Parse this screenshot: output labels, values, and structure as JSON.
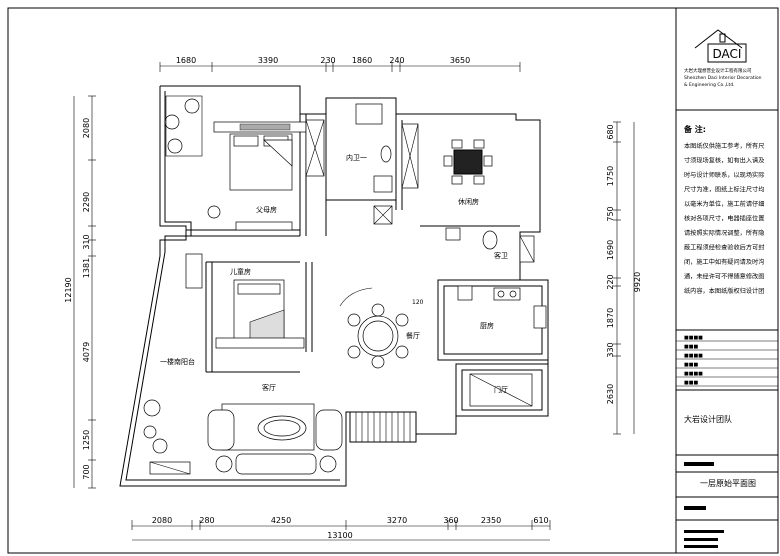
{
  "dimensions": {
    "top": [
      "1680",
      "3390",
      "230",
      "1860",
      "240",
      "3650"
    ],
    "bottom": [
      "2080",
      "280",
      "4250",
      "3270",
      "360",
      "2350",
      "610"
    ],
    "bottom_total": "13100",
    "left": [
      "2080",
      "2290",
      "310",
      "1381",
      "4079",
      "1250",
      "700"
    ],
    "left_total": "12190",
    "right": [
      "680",
      "1750",
      "750",
      "1690",
      "220",
      "1870",
      "330",
      "2630"
    ],
    "right_total": "9920"
  },
  "rooms": {
    "parents_bedroom": "父母房",
    "bathroom1": "内卫一",
    "guest_bedroom": "休闲房",
    "guest_bath": "客卫",
    "kids_bedroom": "儿童房",
    "dining": "餐厅",
    "kitchen": "厨房",
    "balcony": "一楼南阳台",
    "living": "客厅",
    "entry": "门厅",
    "step_label": "120"
  },
  "title_block": {
    "logo_text": "DACI",
    "company_line1": "大岩大理想营业设计工程有限公司",
    "company_line2": "Shenzhen Daci Interior Decoration",
    "company_line3": "& Engineering Co.,Ltd.",
    "notes_heading": "备 注:",
    "notes_lines": [
      "本图纸仅供施工参考，所有尺",
      "寸须现场复核，如有出入请及",
      "时与设计师联系，以现场实际",
      "尺寸为准，图纸上标注尺寸均",
      "以毫米为单位，施工前请仔细",
      "核对各项尺寸，电器插座位置",
      "请按照实际情况调整，所有隐",
      "蔽工程须经检查验收后方可封",
      "闭，施工中如有疑问请及时沟",
      "通，未经许可不得随意修改图",
      "纸内容，本图纸版权归设计团"
    ],
    "info_rows": [
      "■■■■",
      "■■■",
      "■■■■",
      "■■■",
      "■■■■",
      "■■■"
    ],
    "team": "大岩设计团队",
    "drawing_title": "一层原始平面图"
  }
}
